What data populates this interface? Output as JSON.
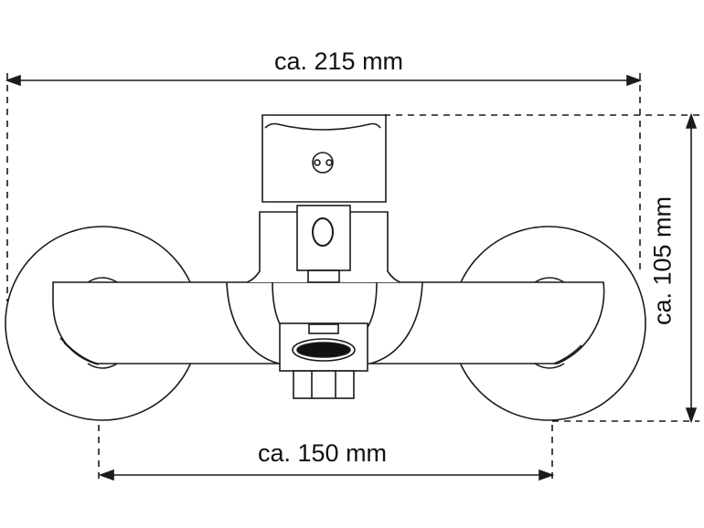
{
  "dimensions": {
    "overall_width": "ca. 215 mm",
    "center_distance": "ca. 150 mm",
    "height": "ca. 105 mm"
  },
  "colors": {
    "line": "#1a1a1a",
    "background": "#ffffff"
  }
}
